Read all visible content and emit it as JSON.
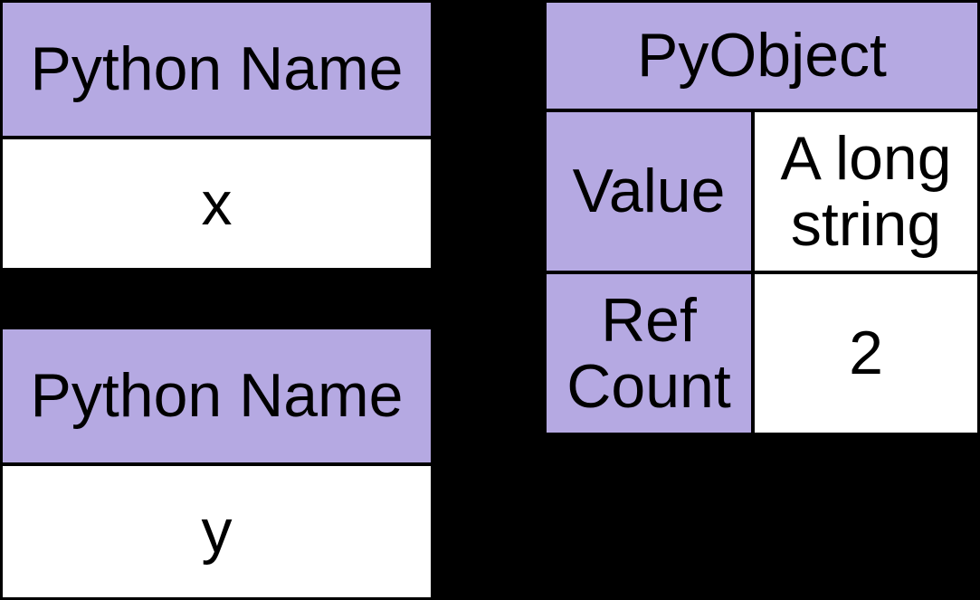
{
  "colors": {
    "bg": "#000000",
    "header_fill": "#b5a9e2",
    "cell_fill": "#ffffff",
    "border": "#000000",
    "text": "#000000"
  },
  "tables": {
    "name_x": {
      "header": "Python Name",
      "value": "x"
    },
    "name_y": {
      "header": "Python Name",
      "value": "y"
    },
    "pyobject": {
      "title": "PyObject",
      "rows": [
        {
          "label": "Value",
          "value": "A long string"
        },
        {
          "label": "Ref Count",
          "value": "2"
        }
      ]
    }
  }
}
